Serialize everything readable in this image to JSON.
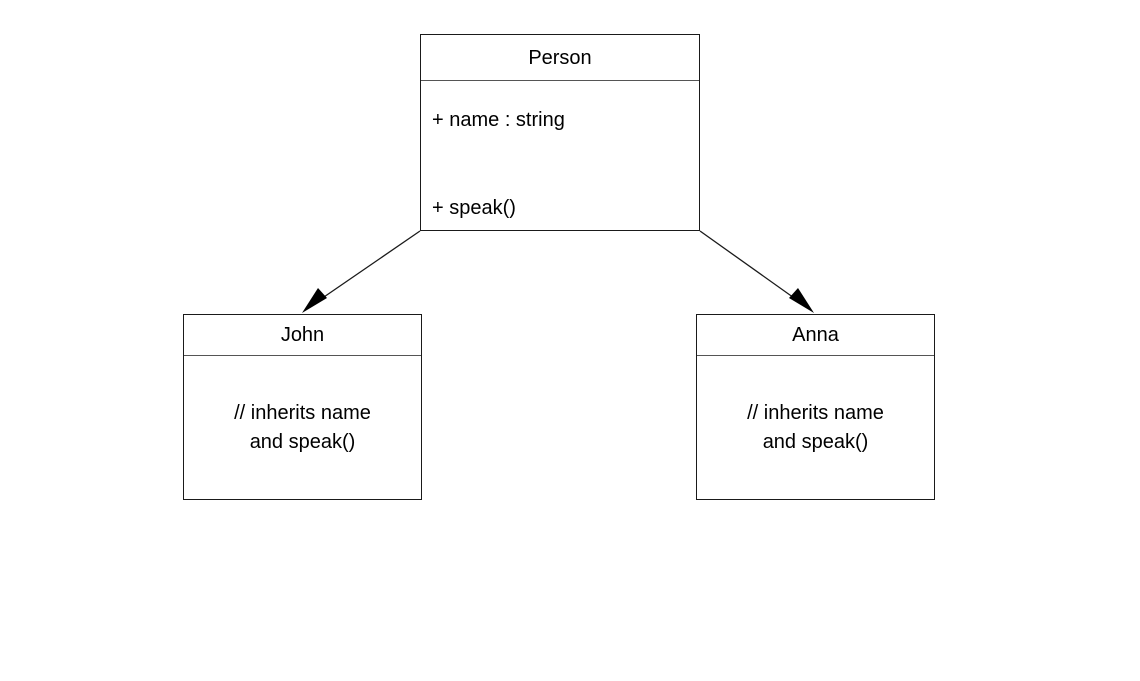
{
  "diagram": {
    "type": "uml-class-diagram",
    "background_color": "#ffffff",
    "border_color": "#1a1a1a",
    "divider_color": "#555555",
    "text_color": "#000000",
    "classes": [
      {
        "id": "person",
        "name": "Person",
        "role": "superclass",
        "attributes": [
          "+ name : string"
        ],
        "operations": [
          "+ speak()"
        ]
      },
      {
        "id": "john",
        "name": "John",
        "role": "subclass",
        "note": "// inherits name\nand speak()"
      },
      {
        "id": "anna",
        "name": "Anna",
        "role": "subclass",
        "note": "// inherits name\nand speak()"
      }
    ],
    "relationships": [
      {
        "id": "person-to-john",
        "kind": "inheritance",
        "from": "Person",
        "to": "John",
        "arrowhead": "filled-triangle"
      },
      {
        "id": "person-to-anna",
        "kind": "inheritance",
        "from": "Person",
        "to": "Anna",
        "arrowhead": "filled-triangle"
      }
    ]
  }
}
